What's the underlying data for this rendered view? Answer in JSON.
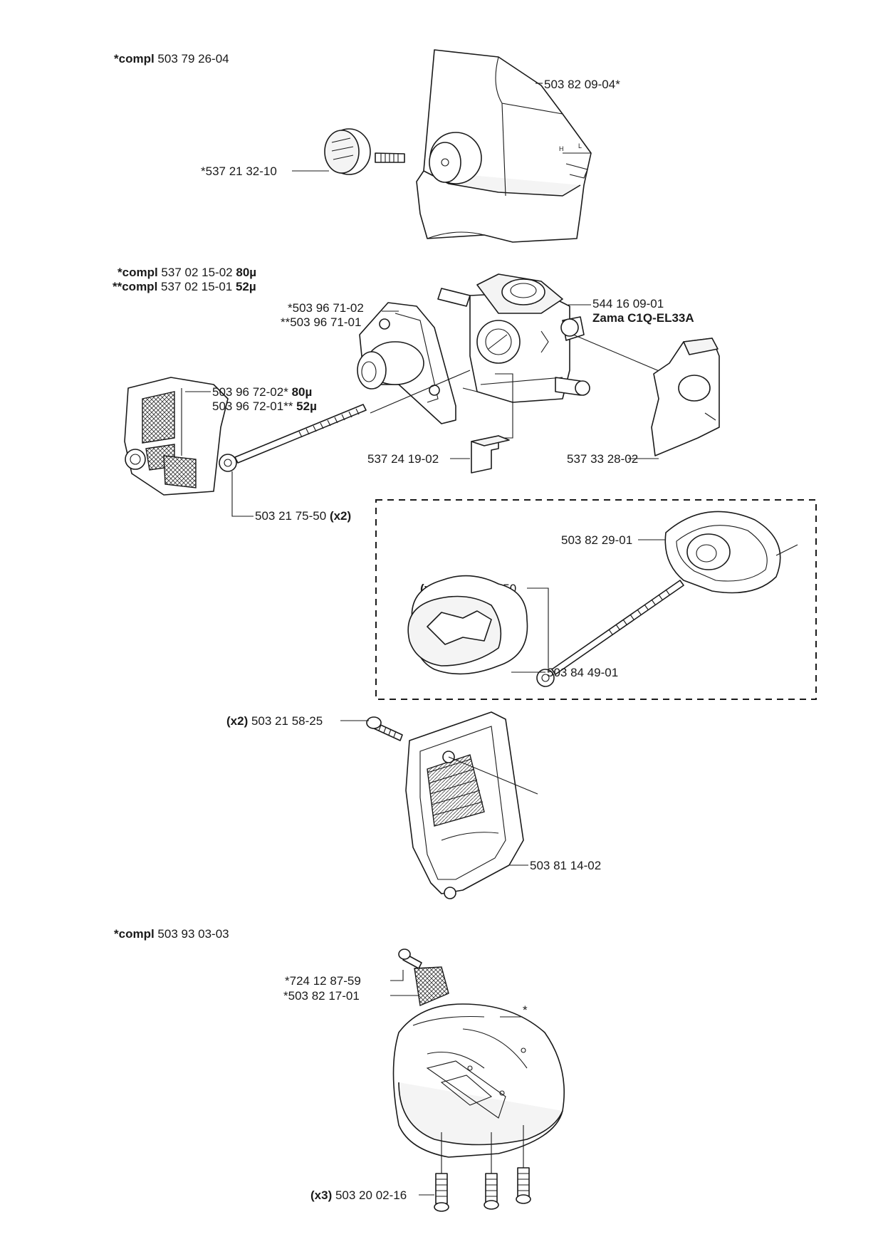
{
  "labels": {
    "compl_top": {
      "prefix": "*compl",
      "number": "503 79 26-04"
    },
    "cover_top": "503 82 09-04*",
    "knob": "*537 21 32-10",
    "compl_carb_1": {
      "prefix": "*compl",
      "number": "537 02 15-02",
      "suffix": "80µ"
    },
    "compl_carb_2": {
      "prefix": "**compl",
      "number": "537 02 15-01",
      "suffix": "52µ"
    },
    "carburetor": "544 16 09-01",
    "carburetor_model": "Zama C1Q-EL33A",
    "adapter_1": "*503 96 71-02",
    "adapter_2": "**503 96 71-01",
    "filter_1": {
      "number": "503 96 72-02*",
      "suffix": "80µ"
    },
    "filter_2": {
      "number": "503 96 72-01**",
      "suffix": "52µ"
    },
    "block": "537 24 19-02",
    "insulator": "537 33 28-02",
    "bolt_left": {
      "number": "503 21 75-50",
      "suffix": "(x2)"
    },
    "frame": "503 82 29-01",
    "bolt_box": {
      "prefix": "(x2)",
      "number": "503 21 75-50"
    },
    "foam_filter": "503 84 49-01",
    "screw_cover": {
      "prefix": "(x2)",
      "number": "503 21 58-25"
    },
    "filter_cover": "503 81 14-02",
    "compl_bottom": {
      "prefix": "*compl",
      "number": "503 93 03-03"
    },
    "small_screw": "*724 12 87-59",
    "screen": "*503 82 17-01",
    "asterisk": "*",
    "screws_bottom": {
      "prefix": "(x3)",
      "number": "503 20 02-16"
    }
  },
  "cover_marks": {
    "h": "H",
    "l": "L"
  }
}
